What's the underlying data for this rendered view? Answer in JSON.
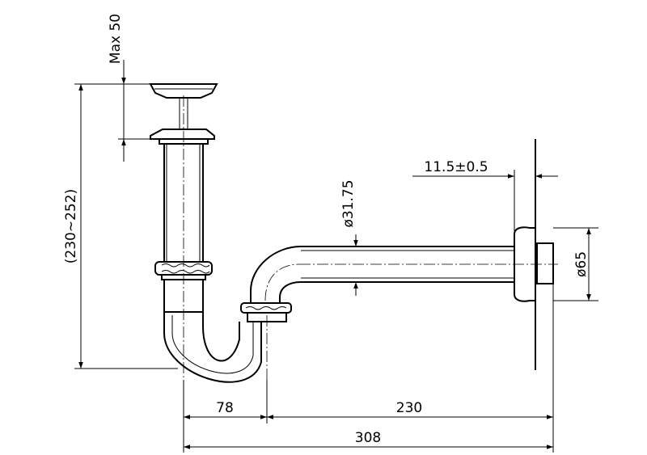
{
  "dimensions": {
    "max_stroke": "Max  50",
    "height_range": "(230~252)",
    "pipe_diameter": "ø31.75",
    "flange_offset": "11.5±0.5",
    "flange_diameter": "ø65",
    "trap_width": "78",
    "horizontal_length": "230",
    "total_length": "308"
  }
}
